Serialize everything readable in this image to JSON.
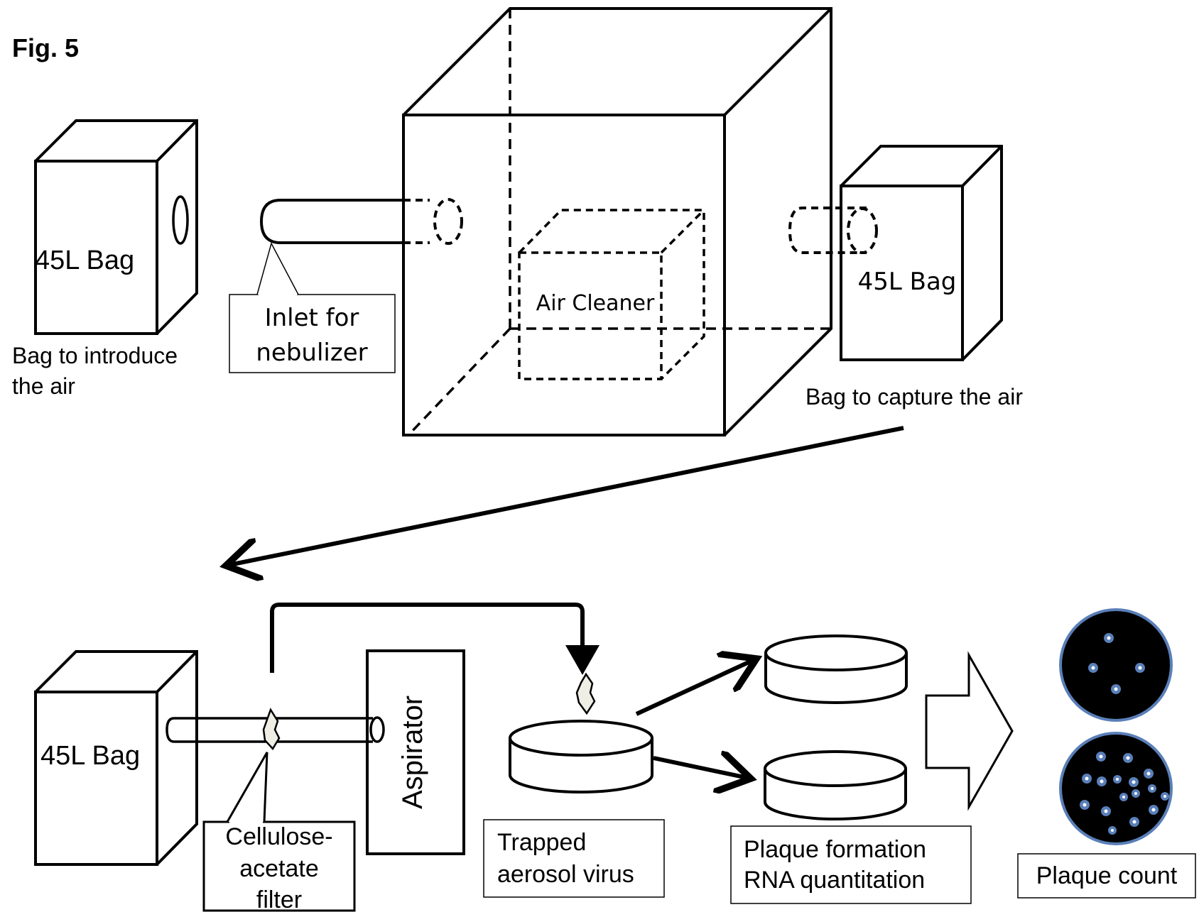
{
  "figure_label": "Fig. 5",
  "top": {
    "left_bag_label": "45L Bag",
    "left_bag_caption_line1": "Bag to introduce",
    "left_bag_caption_line2": "the air",
    "inlet_label_line1": "Inlet for",
    "inlet_label_line2": "nebulizer",
    "air_cleaner_label": "Air Cleaner",
    "right_bag_label": "45L Bag",
    "right_bag_caption": "Bag to capture the air"
  },
  "bottom": {
    "bag_label": "45L Bag",
    "aspirator_label": "Aspirator",
    "filter_label_line1": "Cellulose-",
    "filter_label_line2": "acetate",
    "filter_label_line3": "filter",
    "trapped_label_line1": "Trapped",
    "trapped_label_line2": "aerosol virus",
    "plaque_label_line1": "Plaque formation",
    "plaque_label_line2": "RNA quantitation",
    "plaque_count_label": "Plaque count"
  },
  "colors": {
    "line": "#000000",
    "filter_fill": "#efeee4",
    "dish_fill": "#000000",
    "dish_ring": "#5a7fb8",
    "plaque_dot": "#ffffff"
  }
}
